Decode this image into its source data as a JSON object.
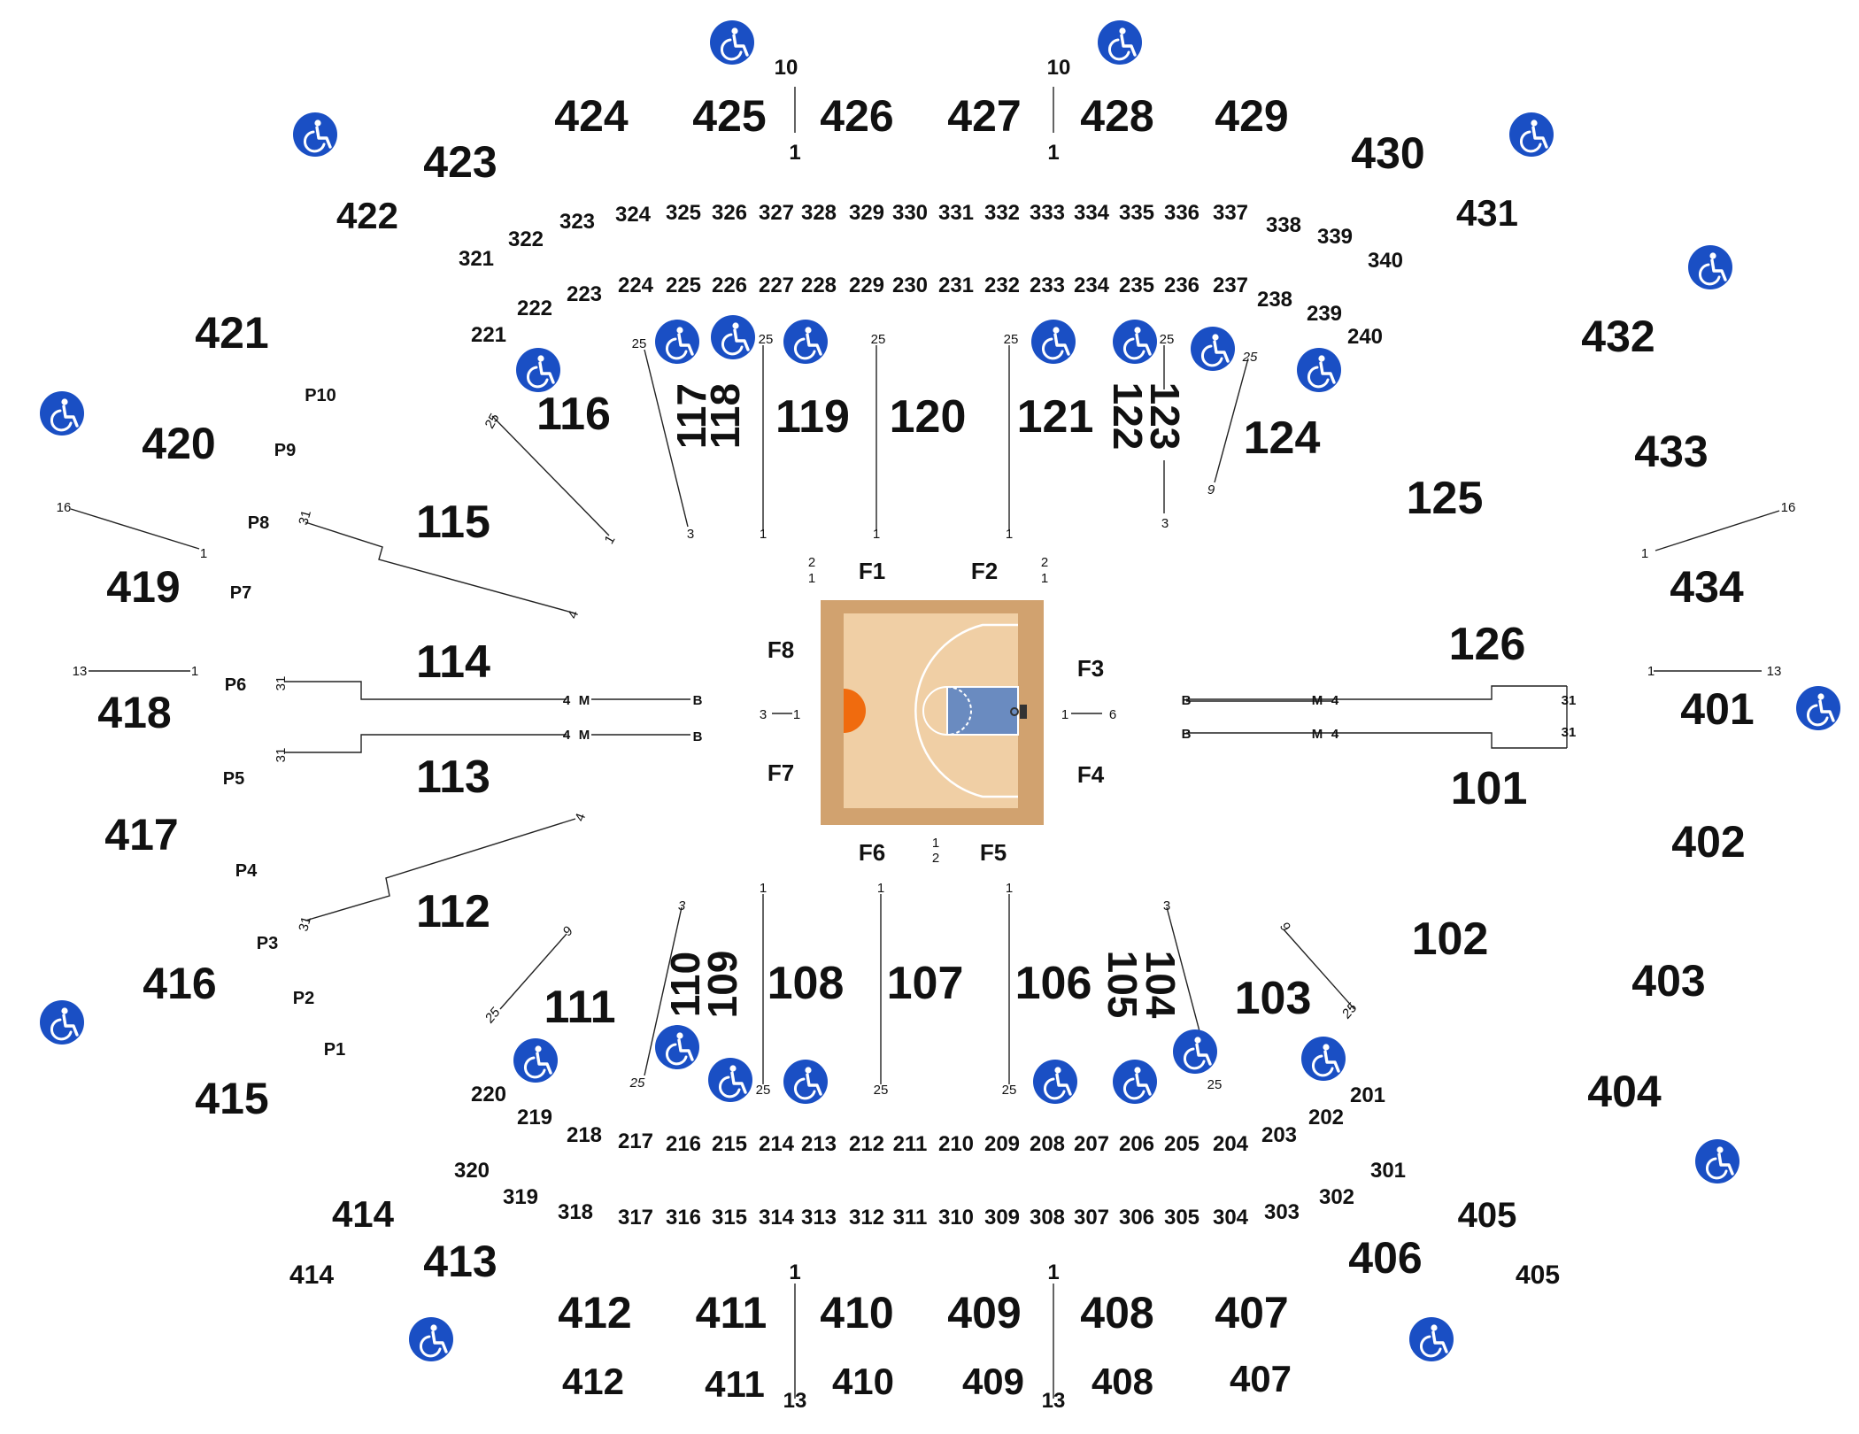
{
  "map": {
    "background": "#ffffff",
    "colors": {
      "text": "#111111",
      "accessible_bg": "#1a4fc4",
      "accessible_fg": "#ffffff",
      "court_outer": "#d1a26f",
      "court_floor": "#f0cfa5",
      "court_paint": "#6a8bc0",
      "center_circle": "#f06b0e"
    },
    "sections_400": [
      {
        "id": "424",
        "label": "424"
      },
      {
        "id": "425",
        "label": "425"
      },
      {
        "id": "426",
        "label": "426"
      },
      {
        "id": "427",
        "label": "427"
      },
      {
        "id": "428",
        "label": "428"
      },
      {
        "id": "429",
        "label": "429"
      },
      {
        "id": "430",
        "label": "430"
      },
      {
        "id": "423",
        "label": "423"
      },
      {
        "id": "422",
        "label": "422"
      },
      {
        "id": "421",
        "label": "421"
      },
      {
        "id": "420",
        "label": "420"
      },
      {
        "id": "419",
        "label": "419"
      },
      {
        "id": "418",
        "label": "418"
      },
      {
        "id": "417",
        "label": "417"
      },
      {
        "id": "416",
        "label": "416"
      },
      {
        "id": "415",
        "label": "415"
      },
      {
        "id": "414",
        "label": "414"
      },
      {
        "id": "414b",
        "label": "414"
      },
      {
        "id": "413",
        "label": "413"
      },
      {
        "id": "412",
        "label": "412"
      },
      {
        "id": "412b",
        "label": "412"
      },
      {
        "id": "411",
        "label": "411"
      },
      {
        "id": "411b",
        "label": "411"
      },
      {
        "id": "410",
        "label": "410"
      },
      {
        "id": "410b",
        "label": "410"
      },
      {
        "id": "409",
        "label": "409"
      },
      {
        "id": "409b",
        "label": "409"
      },
      {
        "id": "408",
        "label": "408"
      },
      {
        "id": "408b",
        "label": "408"
      },
      {
        "id": "407",
        "label": "407"
      },
      {
        "id": "407b",
        "label": "407"
      },
      {
        "id": "406",
        "label": "406"
      },
      {
        "id": "405",
        "label": "405"
      },
      {
        "id": "405b",
        "label": "405"
      },
      {
        "id": "404",
        "label": "404"
      },
      {
        "id": "403",
        "label": "403"
      },
      {
        "id": "402",
        "label": "402"
      },
      {
        "id": "401",
        "label": "401"
      },
      {
        "id": "434",
        "label": "434"
      },
      {
        "id": "433",
        "label": "433"
      },
      {
        "id": "432",
        "label": "432"
      },
      {
        "id": "431",
        "label": "431"
      }
    ],
    "sections_300_top": [
      "321",
      "322",
      "323",
      "324",
      "325",
      "326",
      "327",
      "328",
      "329",
      "330",
      "331",
      "332",
      "333",
      "334",
      "335",
      "336",
      "337",
      "338",
      "339",
      "340"
    ],
    "sections_200_top": [
      "221",
      "222",
      "223",
      "224",
      "225",
      "226",
      "227",
      "228",
      "229",
      "230",
      "231",
      "232",
      "233",
      "234",
      "235",
      "236",
      "237",
      "238",
      "239",
      "240"
    ],
    "sections_200_bottom": [
      "220",
      "219",
      "218",
      "217",
      "216",
      "215",
      "214",
      "213",
      "212",
      "211",
      "210",
      "209",
      "208",
      "207",
      "206",
      "205",
      "204",
      "203",
      "202",
      "201"
    ],
    "sections_300_bottom": [
      "320",
      "319",
      "318",
      "317",
      "316",
      "315",
      "314",
      "313",
      "312",
      "311",
      "310",
      "309",
      "308",
      "307",
      "306",
      "305",
      "304",
      "303",
      "302",
      "301"
    ],
    "sections_100": [
      {
        "id": "116",
        "label": "116"
      },
      {
        "id": "117",
        "label": "117"
      },
      {
        "id": "118",
        "label": "118"
      },
      {
        "id": "119",
        "label": "119"
      },
      {
        "id": "120",
        "label": "120"
      },
      {
        "id": "121",
        "label": "121"
      },
      {
        "id": "122",
        "label": "122"
      },
      {
        "id": "123",
        "label": "123"
      },
      {
        "id": "124",
        "label": "124"
      },
      {
        "id": "125",
        "label": "125"
      },
      {
        "id": "115",
        "label": "115"
      },
      {
        "id": "114",
        "label": "114"
      },
      {
        "id": "113",
        "label": "113"
      },
      {
        "id": "112",
        "label": "112"
      },
      {
        "id": "111",
        "label": "111"
      },
      {
        "id": "110",
        "label": "110"
      },
      {
        "id": "109",
        "label": "109"
      },
      {
        "id": "108",
        "label": "108"
      },
      {
        "id": "107",
        "label": "107"
      },
      {
        "id": "106",
        "label": "106"
      },
      {
        "id": "105",
        "label": "105"
      },
      {
        "id": "104",
        "label": "104"
      },
      {
        "id": "103",
        "label": "103"
      },
      {
        "id": "102",
        "label": "102"
      },
      {
        "id": "101",
        "label": "101"
      },
      {
        "id": "126",
        "label": "126"
      }
    ],
    "sections_P": [
      "P10",
      "P9",
      "P8",
      "P7",
      "P6",
      "P5",
      "P4",
      "P3",
      "P2",
      "P1"
    ],
    "sections_F": [
      "F1",
      "F2",
      "F3",
      "F4",
      "F5",
      "F6",
      "F7",
      "F8"
    ],
    "row_labels": {
      "r10": "10",
      "r1": "1",
      "r13": "13",
      "r16": "16",
      "r25": "25",
      "r31": "31",
      "r4": "4",
      "r3": "3",
      "r9": "9",
      "r2": "2",
      "r6": "6",
      "M": "M",
      "B": "B"
    },
    "icons": {
      "accessible": "wheelchair-accessible-icon"
    }
  }
}
